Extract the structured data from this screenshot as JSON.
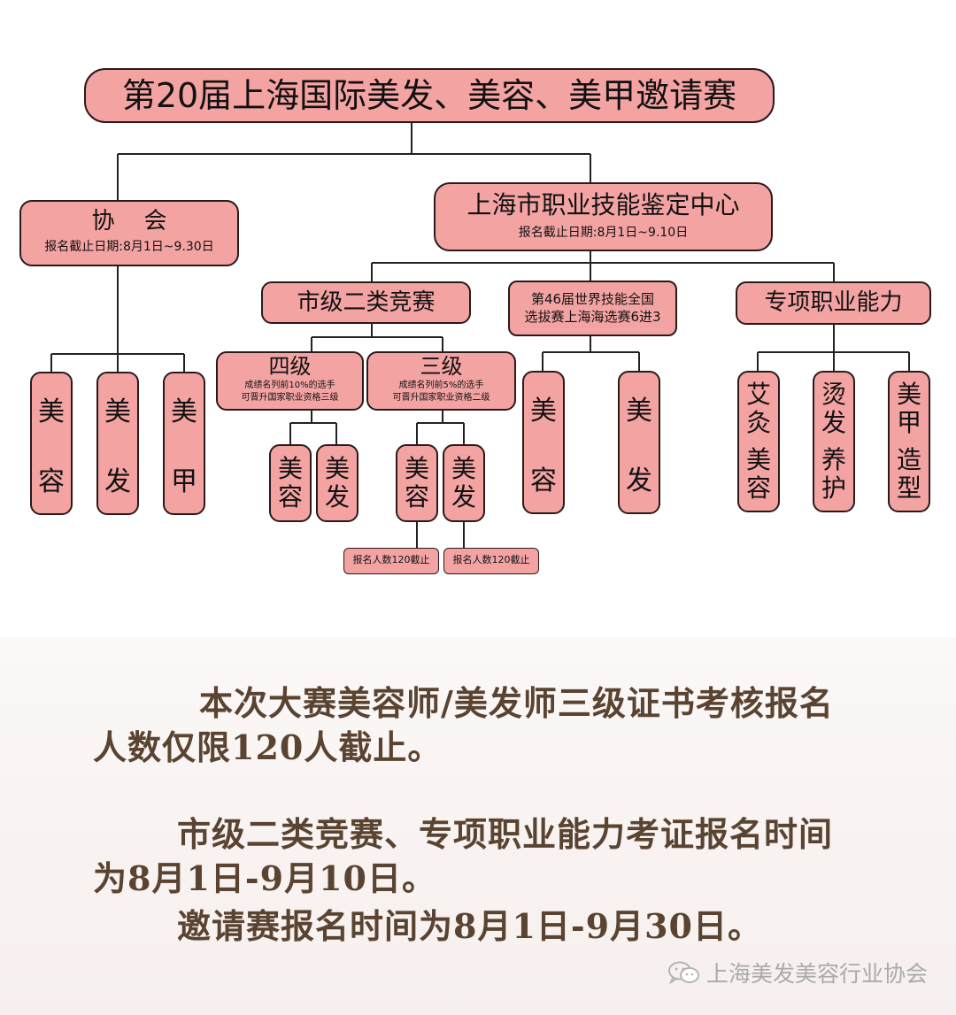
{
  "title": "第20届上海国际美发、美容、美甲邀请赛",
  "association": {
    "name": "协    会",
    "deadline": "报名截止日期:8月1日~9.30日",
    "items": [
      [
        "美",
        "容"
      ],
      [
        "美",
        "发"
      ],
      [
        "美",
        "甲"
      ]
    ]
  },
  "center": {
    "name": "上海市职业技能鉴定中心",
    "deadline": "报名截止日期:8月1日~9.10日"
  },
  "city": {
    "name": "市级二类竞赛",
    "level4": {
      "name": "四级",
      "desc1": "成绩名列前10%的选手",
      "desc2": "可晋升国家职业资格三级",
      "items": [
        [
          "美",
          "容"
        ],
        [
          "美",
          "发"
        ]
      ]
    },
    "level3": {
      "name": "三级",
      "desc1": "成绩名列前5%的选手",
      "desc2": "可晋升国家职业资格二级",
      "items": [
        [
          "美",
          "容"
        ],
        [
          "美",
          "发"
        ]
      ],
      "limits": [
        "报名人数120截止",
        "报名人数120截止"
      ]
    }
  },
  "world": {
    "line1": "第46届世界技能全国",
    "line2": "选拔赛上海海选赛6进3",
    "items": [
      [
        "美",
        "容"
      ],
      [
        "美",
        "发"
      ]
    ]
  },
  "special": {
    "name": "专项职业能力",
    "items": [
      [
        "艾",
        "灸",
        "美",
        "容"
      ],
      [
        "烫",
        "发",
        "养",
        "护"
      ],
      [
        "美",
        "甲",
        "造",
        "型"
      ]
    ]
  },
  "notes": {
    "p1_line1": "本次大赛美容师/美发师三级证书考核报名",
    "p1_line2": "人数仅限120人截止。",
    "p2_line1": "市级二类竞赛、专项职业能力考证报名时间",
    "p2_line2": "为8月1日-9月10日。",
    "p3_line1": "邀请赛报名时间为8月1日-9月30日。"
  },
  "footer": {
    "account": "上海美发美容行业协会",
    "icon": "wechat-icon"
  },
  "colors": {
    "box_fill": "#f4a3a3",
    "border": "#2a1a1a",
    "text_brown": "#5a4431"
  }
}
